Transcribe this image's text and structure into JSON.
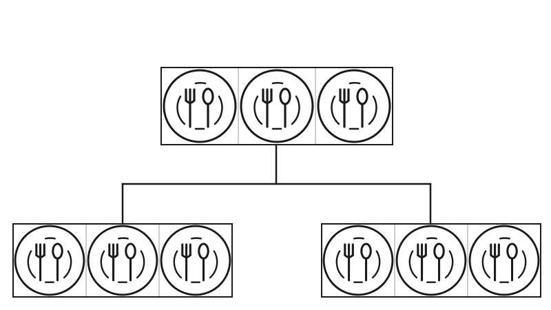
{
  "diagram": {
    "type": "tree",
    "description_icon": "restaurant-plate-fork-spoon-icon",
    "colors": {
      "stroke": "#1a1a1a",
      "divider": "#9a9a9a",
      "background": "#ffffff"
    },
    "nodes": [
      {
        "id": "root",
        "icon": "restaurant-plate-fork-spoon-icon",
        "icon_count": 3
      },
      {
        "id": "left-child",
        "icon": "restaurant-plate-fork-spoon-icon",
        "icon_count": 3,
        "parent": "root"
      },
      {
        "id": "right-child",
        "icon": "restaurant-plate-fork-spoon-icon",
        "icon_count": 3,
        "parent": "root"
      }
    ]
  }
}
